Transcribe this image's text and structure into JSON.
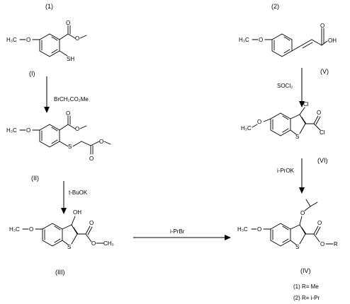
{
  "routes": {
    "left_label": "(1)",
    "right_label": "(2)"
  },
  "compounds": {
    "c1": {
      "label": "(I)"
    },
    "c2": {
      "label": "(II)"
    },
    "c3": {
      "label": "(III)"
    },
    "c4": {
      "label": "(IV)",
      "variant_1": "(1) R= Me",
      "variant_2": "(2) R= i-Pr"
    },
    "c5": {
      "label": "(V)"
    },
    "c6": {
      "label": "(VI)"
    }
  },
  "reagents": {
    "step_1_2": "BrCH₂CO₂Me",
    "step_2_3": "t-BuOK",
    "step_3_4": "i-PrBr",
    "step_5_6": "SOCl₂",
    "step_6_4": "i-PrOK"
  },
  "atoms": {
    "methoxy_h3c": "H₃C",
    "o": "O",
    "sh": "SH",
    "s": "S",
    "oh": "OH",
    "cl": "Cl",
    "ome_ch3": "CH₃",
    "r": "R",
    "o_r": "O",
    "cooh_oh": "OH"
  }
}
